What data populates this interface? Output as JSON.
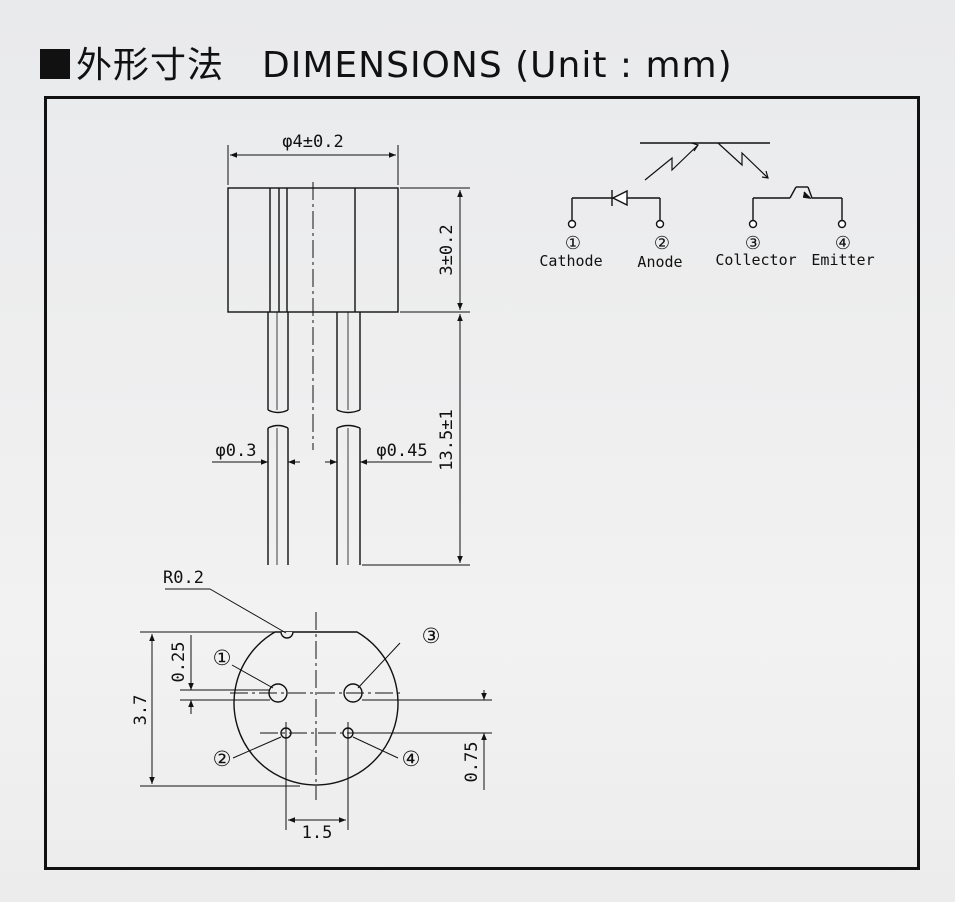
{
  "title": {
    "jp": "外形寸法",
    "en": "DIMENSIONS",
    "unit": "(Unit : mm)"
  },
  "dimensions": {
    "body_diameter": "φ4±0.2",
    "body_height": "3±0.2",
    "lead_length": "13.5±1",
    "lead_small": "φ0.3",
    "lead_large": "φ0.45",
    "radius": "R0.2",
    "notch_offset": "0.25",
    "overall_height": "3.7",
    "pin_offset": "0.75",
    "pin_pitch": "1.5"
  },
  "pin_markers": {
    "p1": "①",
    "p2": "②",
    "p3": "③",
    "p4": "④"
  },
  "pins": [
    {
      "num": "①",
      "name": "Cathode"
    },
    {
      "num": "②",
      "name": "Anode"
    },
    {
      "num": "③",
      "name": "Collector"
    },
    {
      "num": "④",
      "name": "Emitter"
    }
  ]
}
